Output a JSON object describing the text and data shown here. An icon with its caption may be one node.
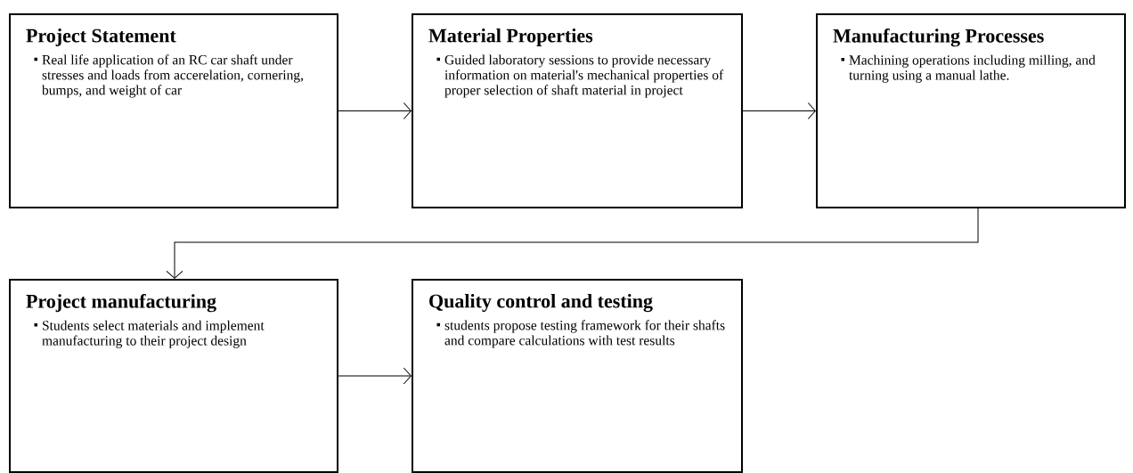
{
  "diagram": {
    "nodes": [
      {
        "text": [
          "Project Statement",
          "Real life application of an RC car shaft under stresses and loads from accerelation, cornering, bumps, and weight of car"
        ]
      },
      {
        "text": [
          "Material Properties",
          "Guided laboratory sessions to provide necessary information on material's mechanical properties of proper selection of shaft material in project"
        ]
      },
      {
        "text": [
          "Manufacturing Processes",
          "Machining operations including milling, and turning using a manual lathe."
        ]
      },
      {
        "text": [
          "Project manufacturing",
          "Students select materials and implement manufacturing to their project design"
        ]
      },
      {
        "text": [
          "Quality control and testing",
          "students propose testing framework for their shafts and compare calculations with test results"
        ]
      }
    ],
    "edges": [
      {
        "from": 0,
        "to": 1,
        "arrow": "to"
      },
      {
        "from": 1,
        "to": 2,
        "arrow": "to"
      },
      {
        "from": 2,
        "to": 3,
        "arrow": "to"
      },
      {
        "from": 3,
        "to": 4,
        "arrow": "to"
      }
    ]
  }
}
